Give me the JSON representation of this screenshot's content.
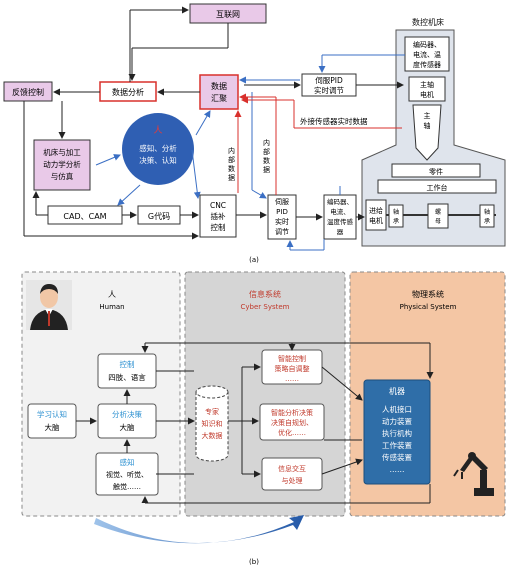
{
  "part_a": {
    "caption": "(a)",
    "internet": "互联网",
    "data_analysis": "数据分析",
    "data_gather": [
      "数据",
      "汇聚"
    ],
    "feedback_control": "反馈控制",
    "machine_analysis": [
      "机床与加工",
      "动力学分析",
      "与仿真"
    ],
    "human_circle": {
      "title": "人",
      "lines": [
        "感知、分析",
        "决策、认知"
      ]
    },
    "cad_cam": "CAD、CAM",
    "gcode": "G代码",
    "cnc": [
      "CNC",
      "插补",
      "控制"
    ],
    "internal_data_left": [
      "内",
      "部",
      "数",
      "据"
    ],
    "internal_data_mid": [
      "内",
      "部",
      "数",
      "据"
    ],
    "servo_top": [
      "伺服PID",
      "实时调节"
    ],
    "servo_bottom": [
      "伺服",
      "PID",
      "实时",
      "调节"
    ],
    "encoder_bottom": [
      "编码器、",
      "电流、",
      "温度传感",
      "器"
    ],
    "external_sensor": "外接传感器实时数据",
    "machine_tool": {
      "title": "数控机床",
      "encoder": [
        "编码器、",
        "电流、温",
        "度传感器"
      ],
      "spindle_motor": [
        "主轴",
        "电机"
      ],
      "spindle": [
        "主",
        "轴"
      ],
      "part": "零件",
      "table": "工作台",
      "feed_motor": [
        "进给",
        "电机"
      ],
      "bearing": [
        "轴",
        "承"
      ],
      "screw": [
        "螺",
        "母"
      ]
    }
  },
  "part_b": {
    "caption": "(b)",
    "human_panel": {
      "title": "人",
      "subtitle": "Human"
    },
    "cyber_panel": {
      "title": "信息系统",
      "subtitle": "Cyber System"
    },
    "physical_panel": {
      "title": "物理系统",
      "subtitle": "Physical System"
    },
    "control": {
      "title": "控制",
      "body": "四肢、语言"
    },
    "learn": {
      "title": "学习认知",
      "body": "大脑"
    },
    "analysis": {
      "title": "分析决策",
      "body": "大脑"
    },
    "perception": {
      "title": "感知",
      "body": [
        "视觉、听觉、",
        "触觉……"
      ]
    },
    "expert": [
      "专家",
      "知识和",
      "大数据"
    ],
    "smart_control": {
      "lines": [
        "智能控制",
        "策略自调整",
        "……"
      ]
    },
    "smart_analysis": {
      "lines": [
        "智能分析决策",
        "决策自规划、",
        "优化……"
      ]
    },
    "info_exchange": [
      "信息交互",
      "与处理"
    ],
    "machine": {
      "title": "机器",
      "lines": [
        "人机接口",
        "动力装置",
        "执行机构",
        "工作装置",
        "传感装置",
        "……"
      ]
    }
  }
}
